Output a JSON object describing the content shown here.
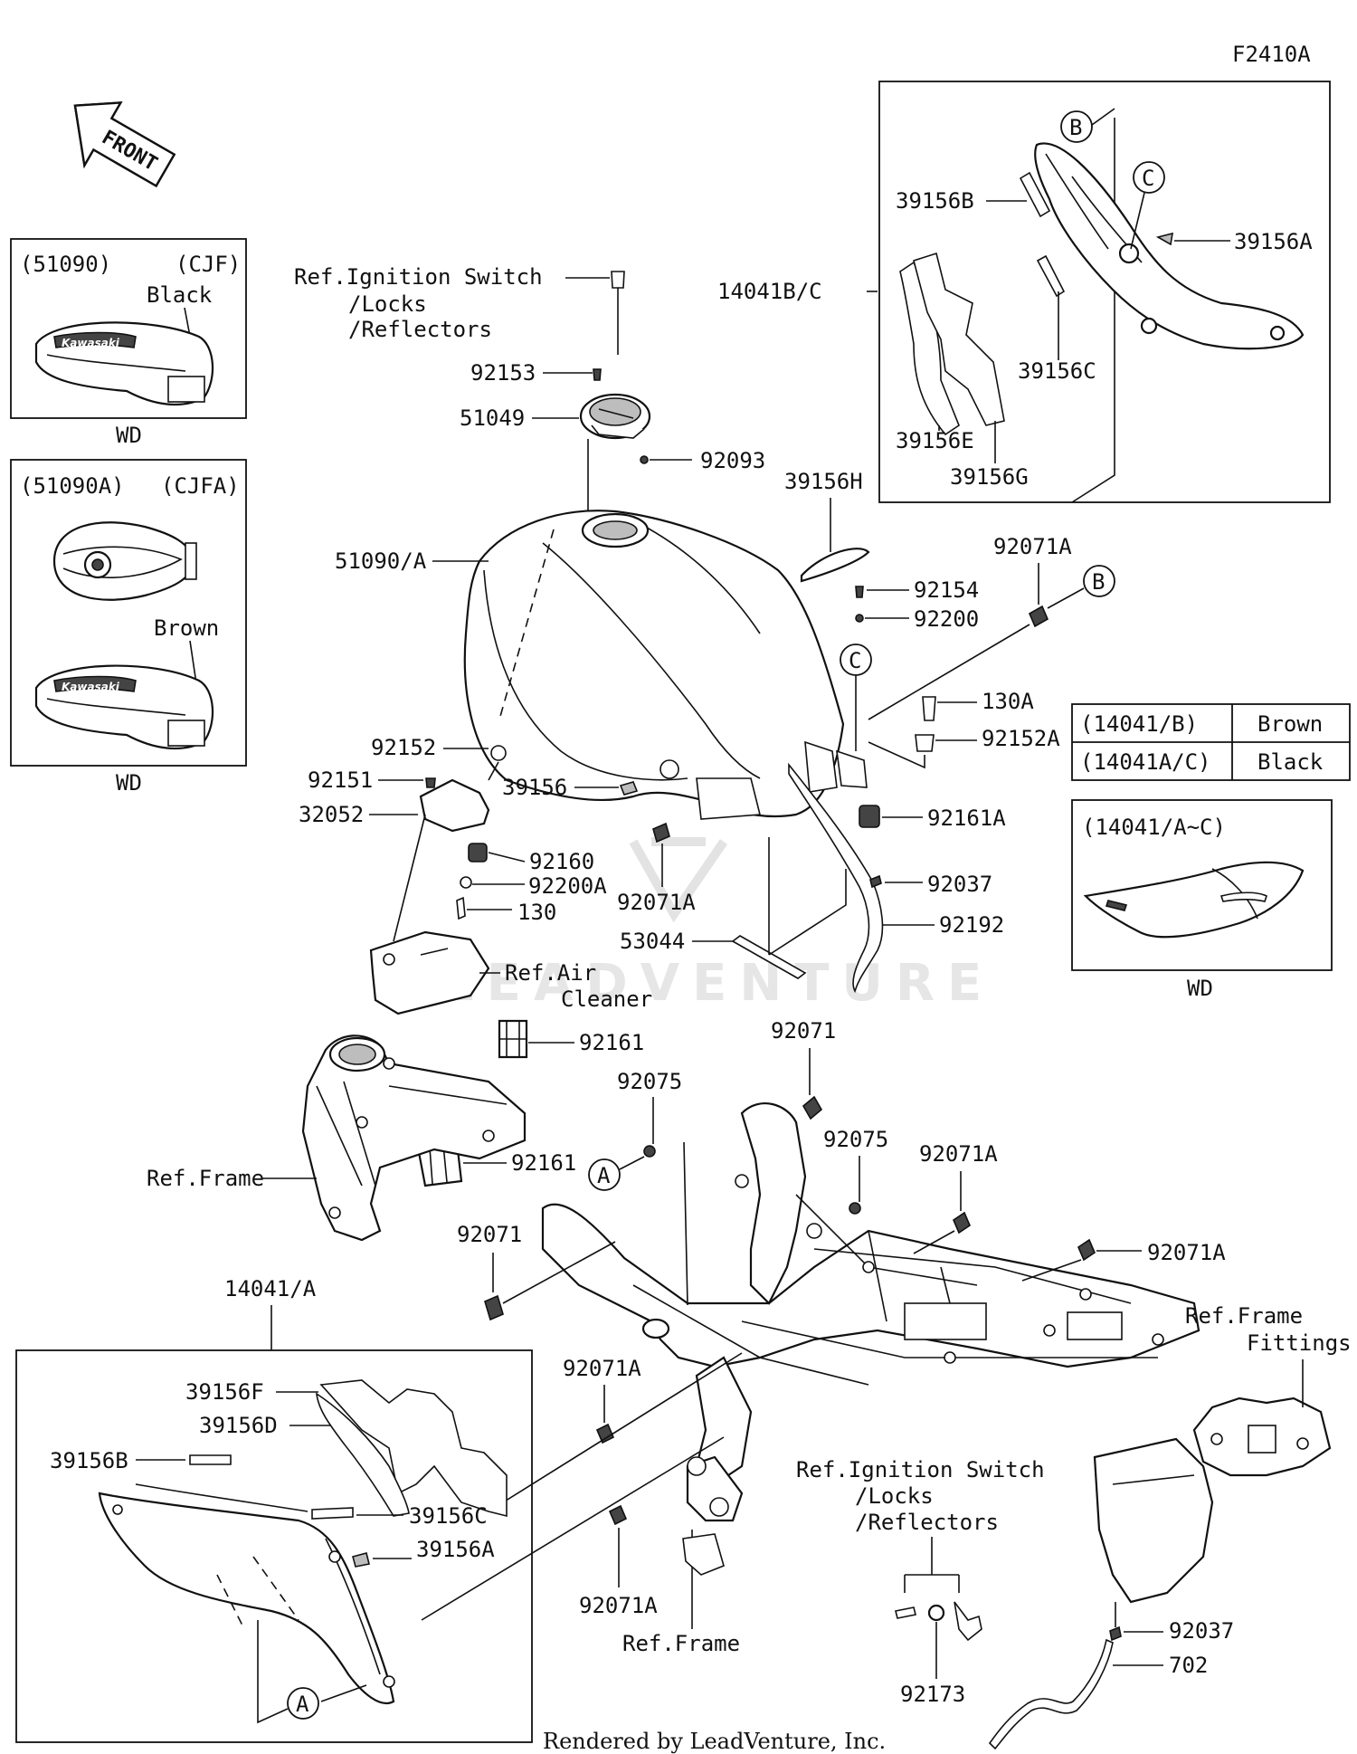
{
  "figure_code": "F2410A",
  "front_arrow": "FRONT",
  "watermark": "LEADVENTURE",
  "credit": "Rendered by LeadVenture, Inc.",
  "variants": {
    "black": {
      "part": "(51090)",
      "code": "(CJF)",
      "color": "Black",
      "wd": "WD",
      "logo": "Kawasaki"
    },
    "brown": {
      "part": "(51090A)",
      "code": "(CJFA)",
      "color": "Brown",
      "wd": "WD",
      "logo": "Kawasaki"
    },
    "cover": {
      "part": "(14041/A~C)",
      "wd": "WD"
    }
  },
  "color_table": [
    {
      "part": "(14041/B)",
      "color": "Brown"
    },
    {
      "part": "(14041A/C)",
      "color": "Black"
    }
  ],
  "callouts": {
    "A": "A",
    "B": "B",
    "C": "C"
  },
  "labels": {
    "ref_ign_1": "Ref.Ignition Switch",
    "ref_ign_2": "/Locks",
    "ref_ign_3": "/Reflectors",
    "p92153": "92153",
    "p51049": "51049",
    "p92093": "92093",
    "p51090a": "51090/A",
    "p39156h": "39156H",
    "p92154": "92154",
    "p92200": "92200",
    "p92071a_1": "92071A",
    "p130a": "130A",
    "p92152a": "92152A",
    "p92161a": "92161A",
    "p92037_1": "92037",
    "p92192": "92192",
    "p53044": "53044",
    "p92071a_2": "92071A",
    "p92152": "92152",
    "p92151": "92151",
    "p32052": "32052",
    "p39156": "39156",
    "p92160": "92160",
    "p92200a": "92200A",
    "p130": "130",
    "ref_air_1": "Ref.Air",
    "ref_air_2": "Cleaner",
    "p92161_1": "92161",
    "p92161_2": "92161",
    "ref_frame_1": "Ref.Frame",
    "p14041bc": "14041B/C",
    "p39156b_1": "39156B",
    "p39156a_1": "39156A",
    "p39156c_1": "39156C",
    "p39156e": "39156E",
    "p39156g": "39156G",
    "p92071_1": "92071",
    "p92075_1": "92075",
    "p92075_2": "92075",
    "p92071a_3": "92071A",
    "p92071a_4": "92071A",
    "p92071_2": "92071",
    "p92071a_5": "92071A",
    "p92071a_6": "92071A",
    "ref_ff_1": "Ref.Frame",
    "ref_ff_2": "Fittings",
    "p14041a": "14041/A",
    "p39156f": "39156F",
    "p39156d": "39156D",
    "p39156b_2": "39156B",
    "p39156c_2": "39156C",
    "p39156a_2": "39156A",
    "ref_ign2_1": "Ref.Ignition Switch",
    "ref_ign2_2": "/Locks",
    "ref_ign2_3": "/Reflectors",
    "ref_frame_2": "Ref.Frame",
    "p92173": "92173",
    "p92037_2": "92037",
    "p702": "702"
  }
}
